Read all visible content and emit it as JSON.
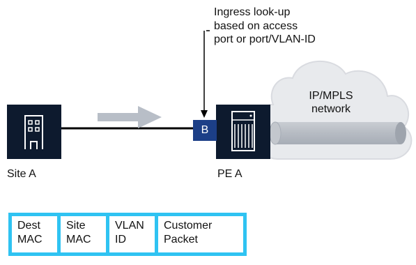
{
  "annotation": {
    "lines": [
      "Ingress look-up",
      "based on access",
      "port or port/VLAN-ID"
    ]
  },
  "cloud": {
    "lines": [
      "IP/MPLS",
      "network"
    ],
    "fill": "#e8eaed",
    "stroke": "#d9dbe0"
  },
  "site_a": {
    "label": "Site A",
    "icon": "building-icon"
  },
  "pe_a": {
    "label": "PE A",
    "icon": "router-chassis-icon"
  },
  "port_badge": {
    "label": "B"
  },
  "tunnel": {
    "icon": "pseudowire-tunnel"
  },
  "flow_arrow": {
    "icon": "flow-arrow-icon",
    "color": "#b8bec7"
  },
  "frame": {
    "fields": [
      {
        "line1": "Dest",
        "line2": "MAC"
      },
      {
        "line1": "Site",
        "line2": "MAC"
      },
      {
        "line1": "VLAN",
        "line2": "ID"
      },
      {
        "line1": "Customer",
        "line2": "Packet"
      }
    ],
    "border_color": "#2fc3f2"
  },
  "colors": {
    "device_dark": "#0d1a2e",
    "badge_blue": "#1c3f87",
    "link": "#000000"
  }
}
